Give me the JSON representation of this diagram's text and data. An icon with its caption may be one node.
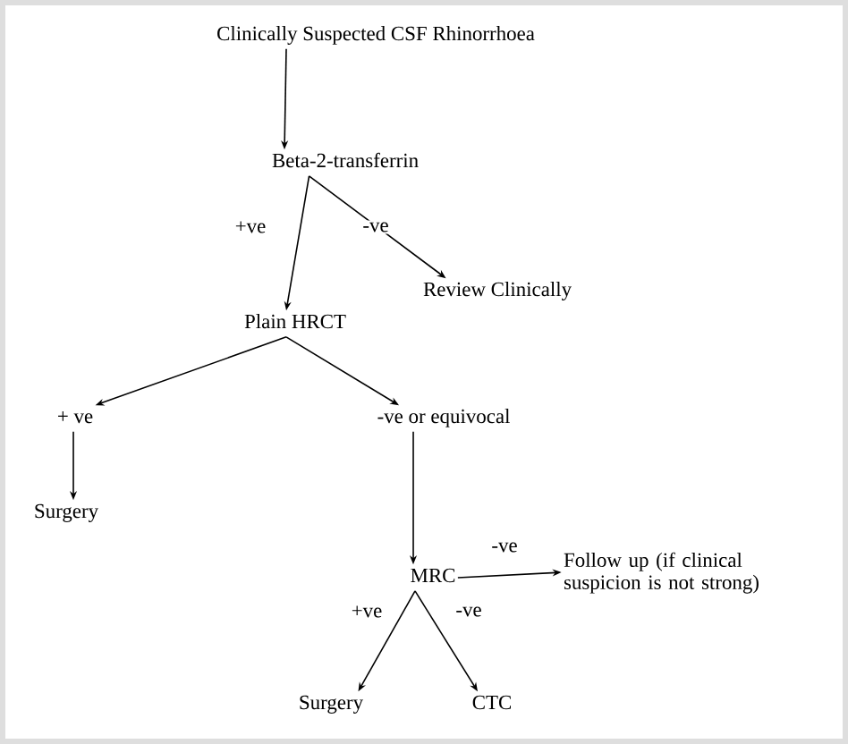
{
  "diagram": {
    "nodes": [
      {
        "text": [
          "Clinically Suspected CSF Rhinorrhoea"
        ]
      },
      {
        "text": [
          "Beta-2-transferrin"
        ]
      },
      {
        "text": [
          "Review Clinically"
        ]
      },
      {
        "text": [
          "Plain HRCT"
        ]
      },
      {
        "text": [
          "+ ve"
        ]
      },
      {
        "text": [
          "-ve or equivocal"
        ]
      },
      {
        "text": [
          "Surgery"
        ]
      },
      {
        "text": [
          "MRC"
        ]
      },
      {
        "text": [
          "Follow up (if clinical suspicion is not strong)"
        ]
      },
      {
        "text": [
          "Surgery"
        ]
      },
      {
        "text": [
          "CTC"
        ]
      }
    ],
    "edges": [
      {
        "from": 0,
        "to": 1,
        "arrow": "to"
      },
      {
        "from": 1,
        "to": 3,
        "arrow": "to",
        "label": "+ve"
      },
      {
        "from": 1,
        "to": 2,
        "arrow": "to",
        "label": "-ve"
      },
      {
        "from": 3,
        "to": 4,
        "arrow": "to"
      },
      {
        "from": 3,
        "to": 5,
        "arrow": "to"
      },
      {
        "from": 4,
        "to": 6,
        "arrow": "to"
      },
      {
        "from": 5,
        "to": 7,
        "arrow": "to"
      },
      {
        "from": 7,
        "to": 8,
        "arrow": "to",
        "label": "-ve"
      },
      {
        "from": 7,
        "to": 9,
        "arrow": "to",
        "label": "+ve"
      },
      {
        "from": 7,
        "to": 10,
        "arrow": "to",
        "label": "-ve"
      }
    ]
  }
}
